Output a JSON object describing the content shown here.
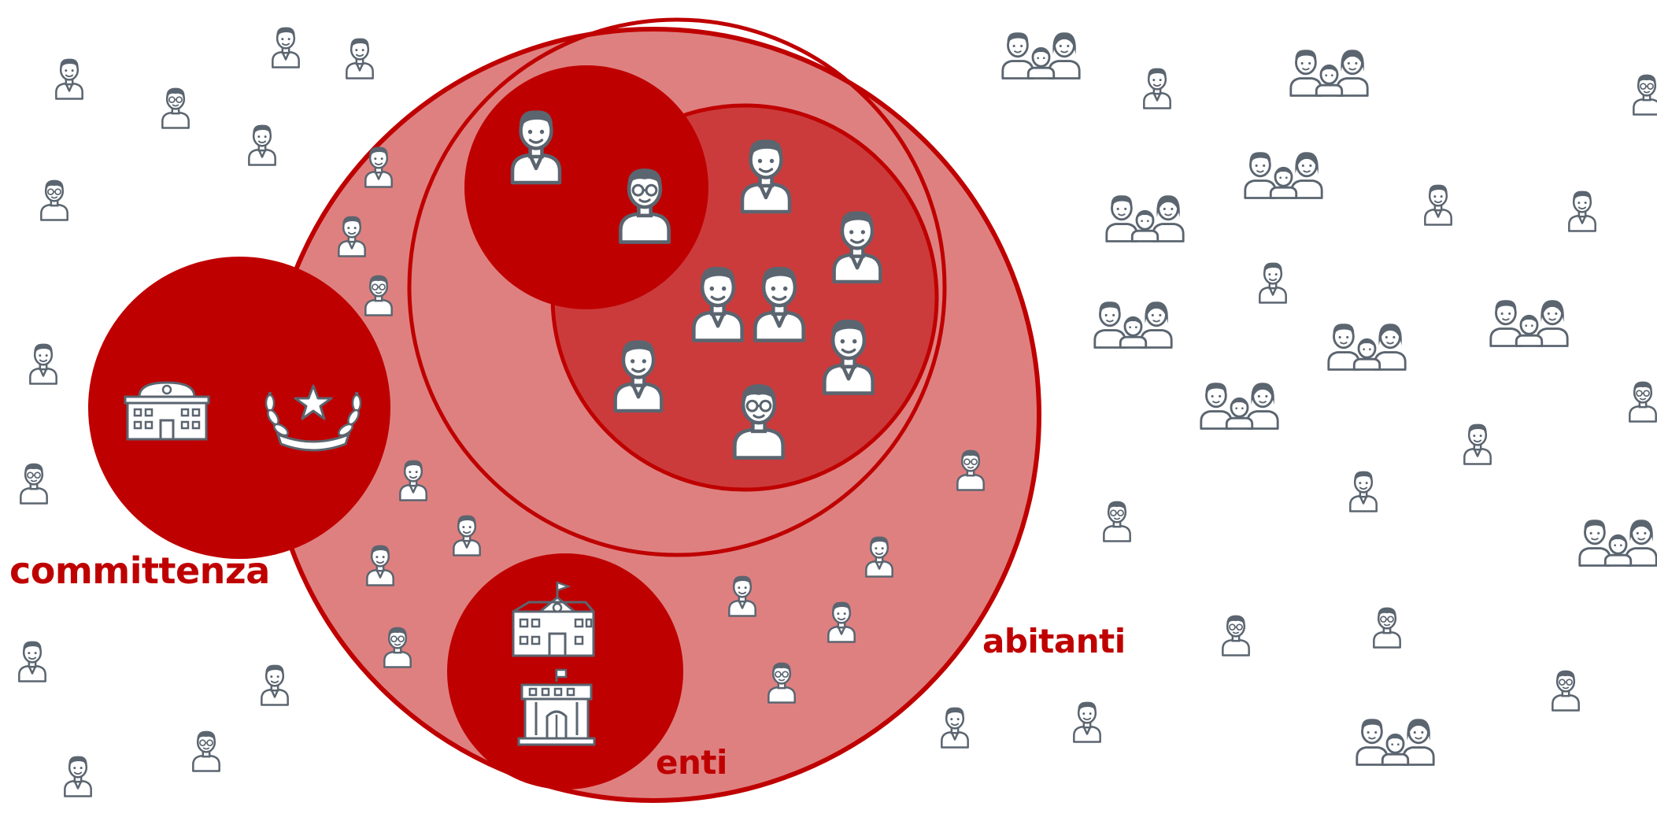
{
  "labels": {
    "committenza": "committenza",
    "abitanti": "abitanti",
    "enti": "enti"
  },
  "colors": {
    "dark_red": "#bf0000",
    "medium_red": "#cc3b3b",
    "light_red": "#df8080",
    "icon_outline": "#5b6570",
    "background": "#ffffff"
  },
  "icons": {
    "person": "person-icon",
    "family": "family-icon",
    "town_hall": "town-hall-icon",
    "laurel_star": "laurel-star-icon",
    "school": "school-icon",
    "public_building": "public-building-icon"
  }
}
